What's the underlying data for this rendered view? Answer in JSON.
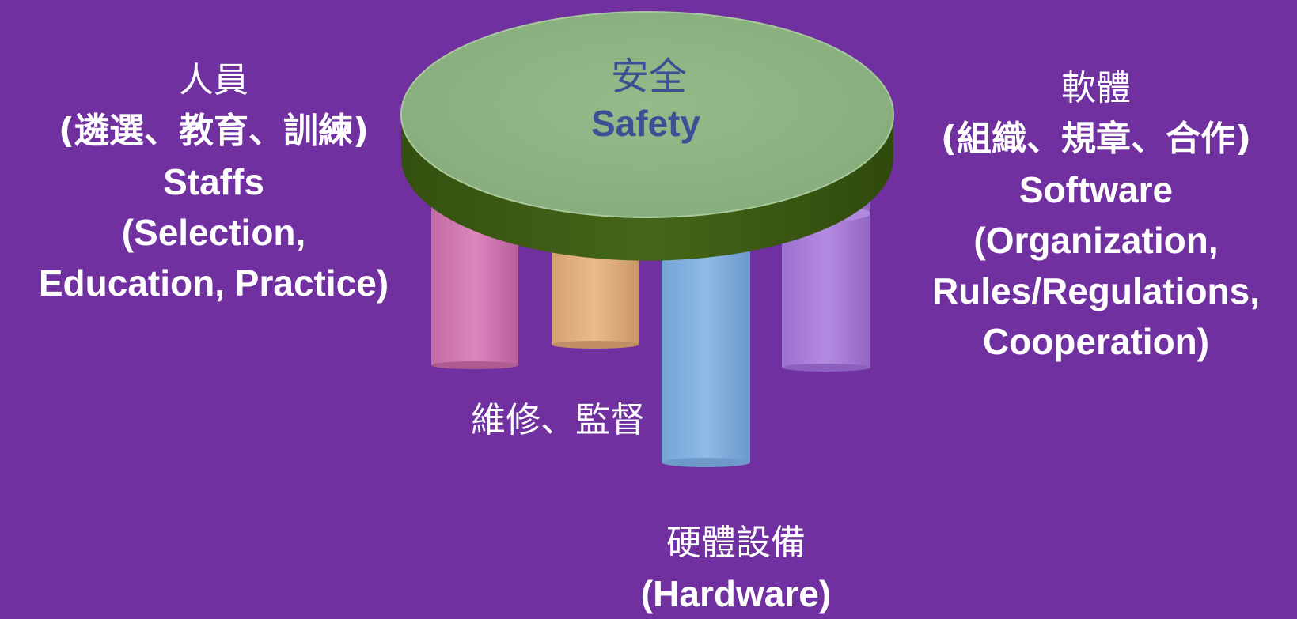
{
  "diagram": {
    "tabletop": {
      "label_zh": "安全",
      "label_en": "Safety",
      "top_color": "#8FB584",
      "side_color": "#3D5A13",
      "text_color": "#3C5096"
    },
    "legs": [
      {
        "name": "pink-leg",
        "color": "#D075B0"
      },
      {
        "name": "orange-leg",
        "color": "#E0AE7E"
      },
      {
        "name": "blue-leg",
        "color": "#7FAFDE"
      },
      {
        "name": "purple-leg",
        "color": "#A77DD8"
      }
    ],
    "staffs": {
      "zh_title": "人員",
      "zh_detail": "(遴選、教育、訓練)",
      "en_title": "Staffs",
      "en_detail_1": "(Selection,",
      "en_detail_2": "Education, Practice)"
    },
    "software": {
      "zh_title": "軟體",
      "zh_detail": "(組織、規章、合作)",
      "en_title": "Software",
      "en_detail_1": "(Organization,",
      "en_detail_2": "Rules/Regulations,",
      "en_detail_3": "Cooperation)"
    },
    "maintenance": {
      "zh_title": "維修、監督"
    },
    "hardware": {
      "zh_title": "硬體設備",
      "en_title": "(Hardware)"
    },
    "background_color": "#7030A0",
    "label_color": "#FFFFFF"
  }
}
